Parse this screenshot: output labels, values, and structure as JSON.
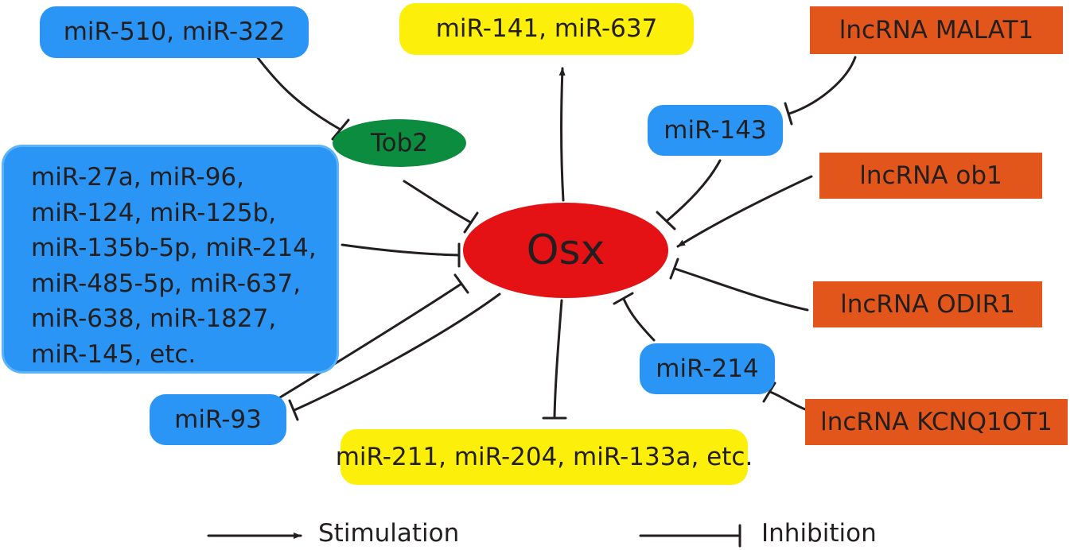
{
  "center": {
    "label": "Osx"
  },
  "nodes": {
    "mir510_322": "miR-510, miR-322",
    "mir141_637": "miR-141, miR-637",
    "malat1": "lncRNA MALAT1",
    "tob2": "Tob2",
    "mir143": "miR-143",
    "ob1": "lncRNA ob1",
    "odir1": "lncRNA ODIR1",
    "mir214": "miR-214",
    "kcnq1ot1": "lncRNA KCNQ1OT1",
    "mir93": "miR-93",
    "mir211_group": "miR-211, miR-204, miR-133a, etc."
  },
  "mirna_cluster": {
    "lines": [
      "miR-27a, miR-96,",
      "miR-124, miR-125b,",
      "miR-135b-5p, miR-214,",
      "miR-485-5p, miR-637,",
      "miR-638, miR-1827,",
      "miR-145, etc."
    ]
  },
  "legend": {
    "stimulation": "Stimulation",
    "inhibition": "Inhibition"
  },
  "colors": {
    "mirna": "#2b95f5",
    "target_mirna": "#fcef0a",
    "lncrna": "#e3561b",
    "tob2": "#0b8c3e",
    "osx": "#e41115"
  }
}
